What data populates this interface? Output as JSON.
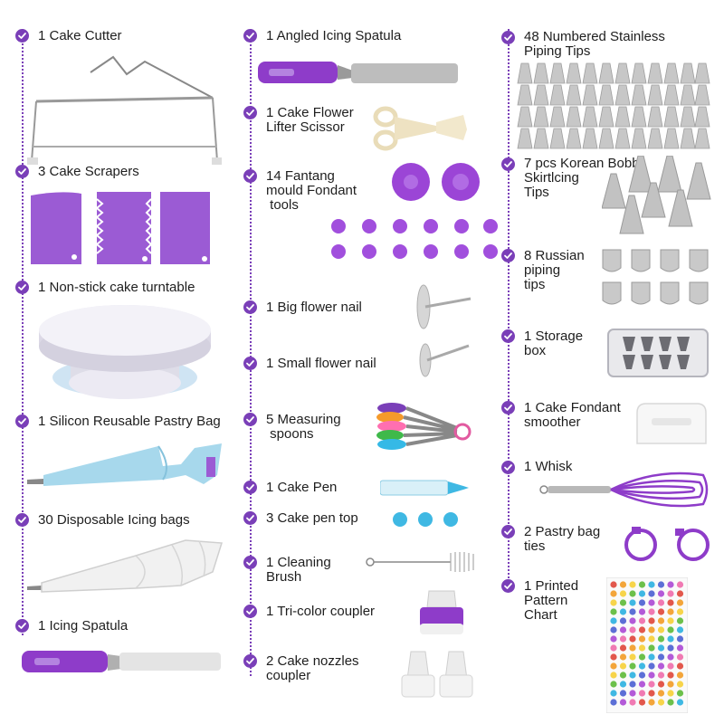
{
  "accent_color": "#7a3fb8",
  "bullet_icon": "check-circle-icon",
  "columns": [
    {
      "items": [
        {
          "label": "1 Cake Cutter",
          "icon": "cake-cutter-icon"
        },
        {
          "label": "3 Cake Scrapers",
          "icon": "cake-scrapers-icon"
        },
        {
          "label": "1 Non-stick cake turntable",
          "icon": "turntable-icon"
        },
        {
          "label": "1 Silicon Reusable Pastry Bag",
          "icon": "pastry-bag-icon"
        },
        {
          "label": "30 Disposable Icing bags",
          "icon": "disposable-bag-icon"
        },
        {
          "label": "1 Icing Spatula",
          "icon": "icing-spatula-icon"
        }
      ]
    },
    {
      "items": [
        {
          "label": "1 Angled Icing Spatula",
          "icon": "angled-spatula-icon"
        },
        {
          "label": "1 Cake Flower\nLifter Scissor",
          "icon": "flower-scissor-icon"
        },
        {
          "label": "14 Fantang\nmould Fondant\n tools",
          "icon": "fondant-tools-icon"
        },
        {
          "label": "1 Big flower nail",
          "icon": "big-flower-nail-icon"
        },
        {
          "label": "1 Small flower nail",
          "icon": "small-flower-nail-icon"
        },
        {
          "label": "5 Measuring\n spoons",
          "icon": "measuring-spoons-icon"
        },
        {
          "label": "1 Cake Pen",
          "icon": "cake-pen-icon"
        },
        {
          "label": "3 Cake pen top",
          "icon": "cake-pen-tops-icon"
        },
        {
          "label": "1 Cleaning\nBrush",
          "icon": "cleaning-brush-icon"
        },
        {
          "label": "1 Tri-color coupler",
          "icon": "tricolor-coupler-icon"
        },
        {
          "label": "2 Cake nozzles\ncoupler",
          "icon": "nozzle-coupler-icon"
        }
      ]
    },
    {
      "items": [
        {
          "label": "48 Numbered Stainless\nPiping Tips",
          "icon": "piping-tips-icon"
        },
        {
          "label": "7 pcs Korean Bobbi\nSkirtlcing\nTips",
          "icon": "korean-tips-icon"
        },
        {
          "label": "8 Russian\npiping\ntips",
          "icon": "russian-tips-icon"
        },
        {
          "label": "1 Storage\nbox",
          "icon": "storage-box-icon"
        },
        {
          "label": "1 Cake Fondant\nsmoother",
          "icon": "fondant-smoother-icon"
        },
        {
          "label": "1 Whisk",
          "icon": "whisk-icon"
        },
        {
          "label": "2 Pastry bag\nties",
          "icon": "bag-ties-icon"
        },
        {
          "label": "1 Printed\nPattern\nChart",
          "icon": "pattern-chart-icon"
        }
      ]
    }
  ]
}
